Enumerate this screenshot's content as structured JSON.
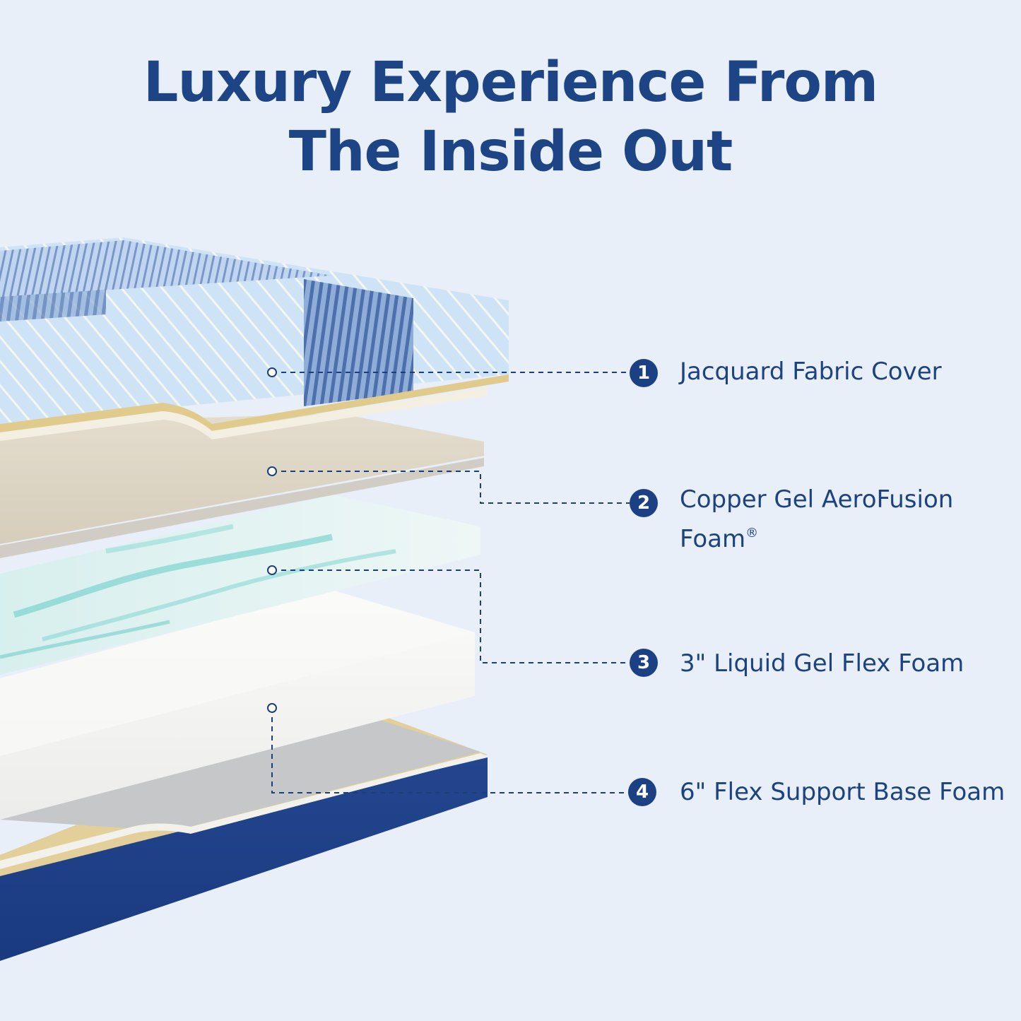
{
  "headline": {
    "line1": "Luxury Experience From",
    "line2": "The Inside Out"
  },
  "layers": [
    {
      "number": "1",
      "label": "Jacquard Fabric Cover"
    },
    {
      "number": "2",
      "label_line1": "Copper Gel AeroFusion",
      "label_line2": "Foam",
      "label_mark": "®"
    },
    {
      "number": "3",
      "label": "3\" Liquid Gel Flex Foam"
    },
    {
      "number": "4",
      "label": "6\" Flex Support Base Foam"
    }
  ],
  "colors": {
    "background": "#e8eff9",
    "headline": "#1d4585",
    "badge": "#1b4184",
    "cover_top": "#cfe2f6",
    "cover_stripe": "#5d7fb5",
    "copper_foam": "#ddd5c5",
    "gel_foam": "#e4f2f1",
    "gel_swirl": "#67cdc7",
    "flex_foam": "#f5f5f3",
    "base_foam": "#1e3f8a",
    "base_inner": "#c7c9cb"
  }
}
